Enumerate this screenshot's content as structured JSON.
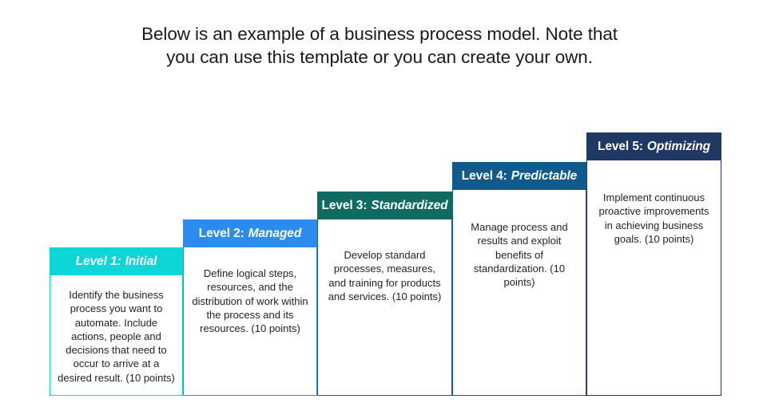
{
  "title": {
    "line1": "Below is an example of a business process model. Note that",
    "line2": "you can use this template or you can create your own."
  },
  "diagram": {
    "type": "staircase-maturity-model",
    "levels": [
      {
        "id": "level-1",
        "number": "Level 1:",
        "name": "Initial",
        "header_color": "#0ED6D6",
        "body_text": "Identify the business process you want to automate. Include actions, people and decisions that need to occur to arrive at a desired result. (10 points)",
        "points": "10 points"
      },
      {
        "id": "level-2",
        "number": "Level 2:",
        "name": "Managed",
        "header_color": "#2B8CF0",
        "body_text": "Define logical steps, resources, and the distribution of work within the process and its resources. (10 points)",
        "points": "10 points"
      },
      {
        "id": "level-3",
        "number": "Level 3:",
        "name": "Standardized",
        "header_color": "#0F6B61",
        "body_text": "Develop standard processes, measures, and training for products and services. (10 points)",
        "points": "10 points"
      },
      {
        "id": "level-4",
        "number": "Level 4:",
        "name": "Predictable",
        "header_color": "#105A8C",
        "body_text": "Manage process and results and exploit benefits of standardization. (10 points)",
        "points": "10 points"
      },
      {
        "id": "level-5",
        "number": "Level 5:",
        "name": "Optimizing",
        "header_color": "#1F3864",
        "body_text": "Implement continuous proactive improvements in achieving business goals. (10 points)",
        "points": "10 points"
      }
    ]
  },
  "colors": {
    "background": "#FFFFFF",
    "title_text": "#1A1A1A",
    "body_text": "#231F20",
    "header_text": "#FFFFFF"
  }
}
